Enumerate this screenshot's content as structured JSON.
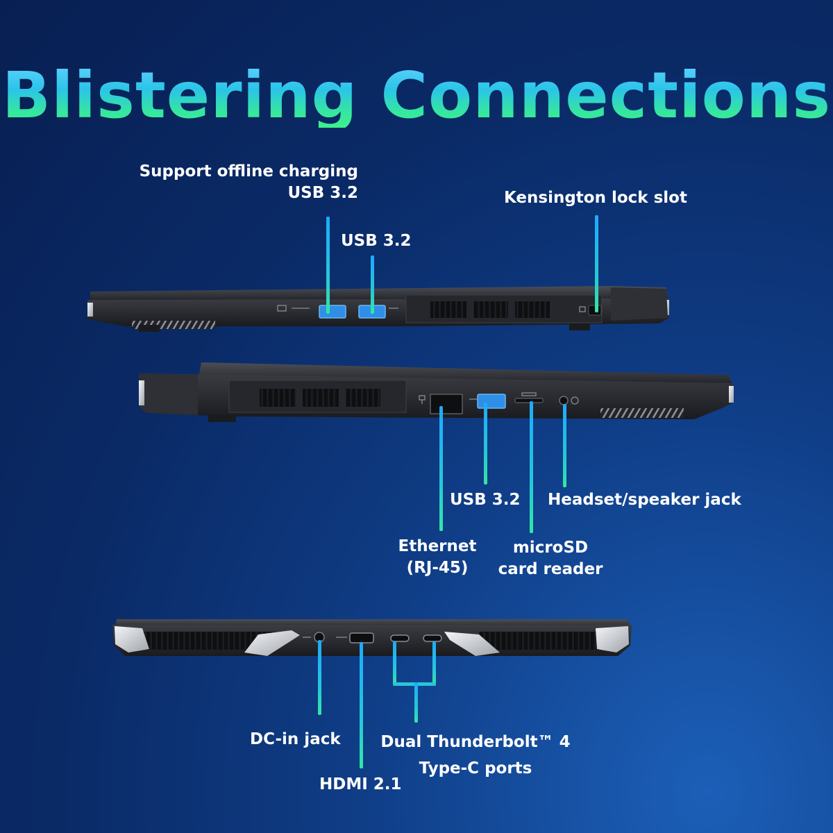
{
  "title": "Blistering Connections",
  "labels": {
    "usb_charging_line1": "Support offline charging",
    "usb_charging_line2": "USB 3.2",
    "usb_top": "USB 3.2",
    "kensington": "Kensington lock slot",
    "usb_side": "USB 3.2",
    "headset": "Headset/speaker jack",
    "ethernet_line1": "Ethernet",
    "ethernet_line2": "(RJ-45)",
    "microsd_line1": "microSD",
    "microsd_line2": "card reader",
    "dc_in": "DC-in jack",
    "thunderbolt_line1": "Dual Thunderbolt™ 4",
    "thunderbolt_line2": "Type-C ports",
    "hdmi": "HDMI 2.1"
  },
  "colors": {
    "accent_blue": "#1fa8ff",
    "accent_green": "#33e7a4",
    "chassis": "#2a2c31",
    "port_blue": "#2f8fe6"
  },
  "icons": [
    "battery-icon",
    "usb-icon",
    "lock-icon",
    "network-icon",
    "sd-card-icon",
    "headphone-icon",
    "hdmi-icon",
    "power-icon"
  ]
}
